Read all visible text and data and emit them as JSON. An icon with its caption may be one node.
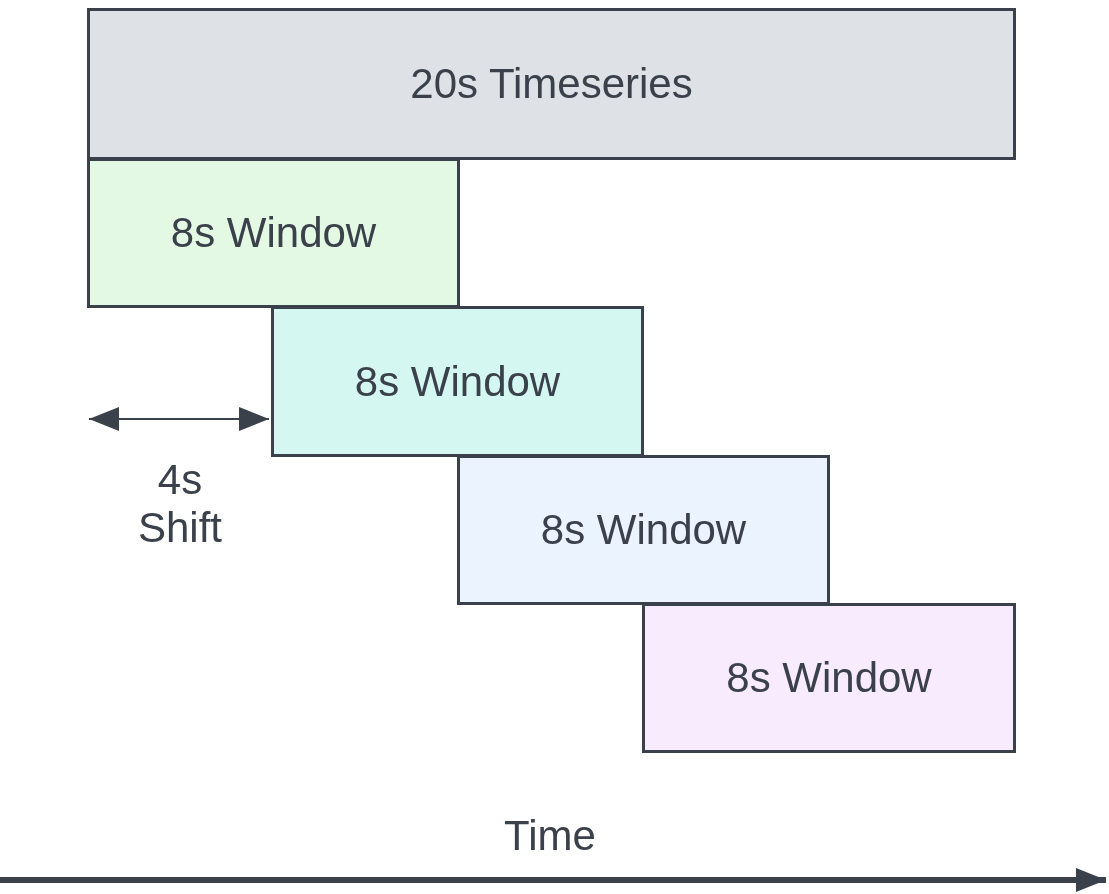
{
  "diagram": {
    "nodes": [
      {
        "text": [
          "20s Timeseries"
        ]
      },
      {
        "text": [
          "8s Window"
        ]
      },
      {
        "text": [
          "8s Window"
        ]
      },
      {
        "text": [
          "8s Window"
        ]
      },
      {
        "text": [
          "8s Window"
        ]
      }
    ],
    "labels": [
      "4s Shift",
      "Time"
    ]
  }
}
